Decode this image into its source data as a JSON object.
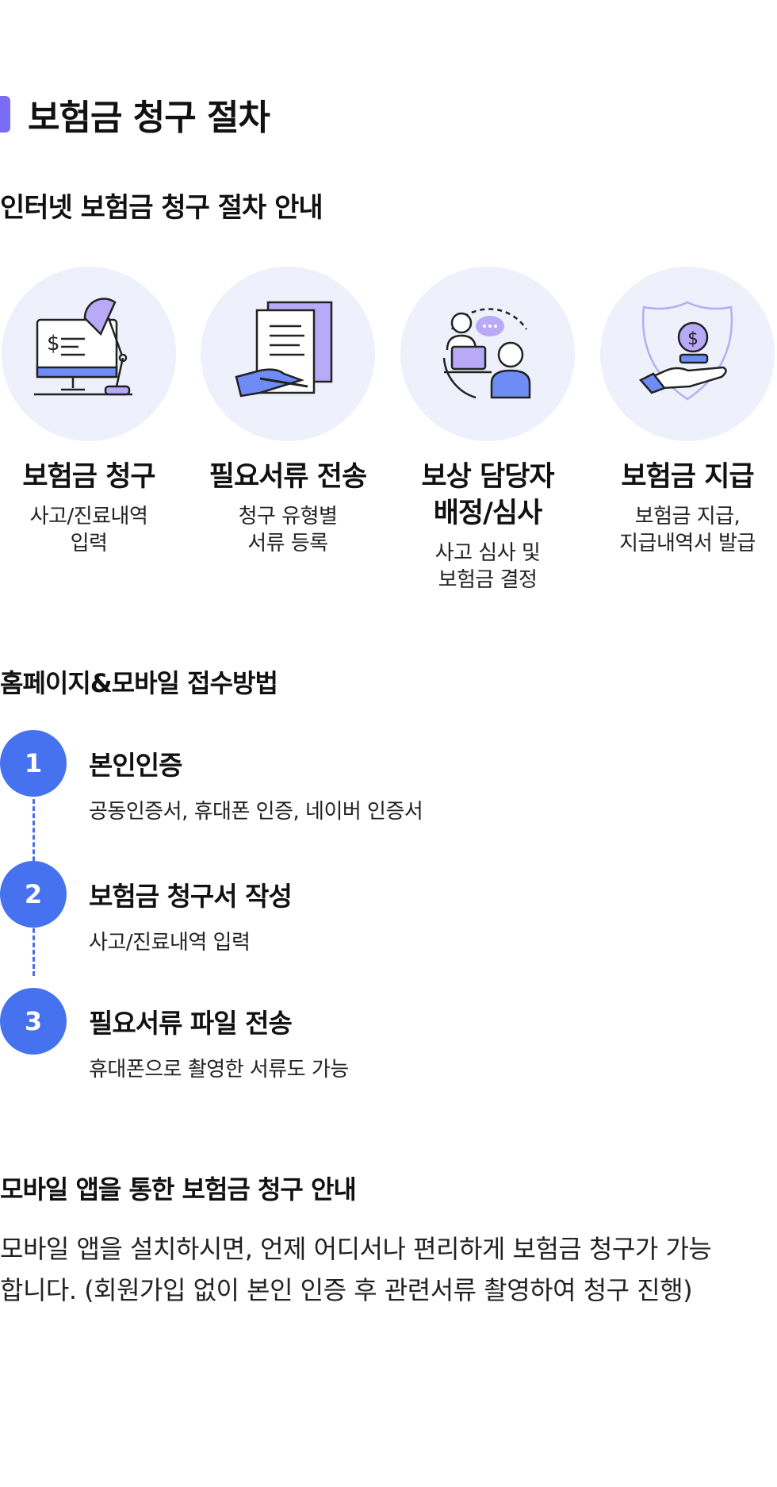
{
  "page": {
    "title": "보험금 청구 절차"
  },
  "internet_section": {
    "title": "인터넷 보험금 청구 절차 안내",
    "steps": [
      {
        "label": "보험금 청구",
        "desc_line1": "사고/진료내역",
        "desc_line2": "입력",
        "icon": "computer-lamp-icon"
      },
      {
        "label": "필요서류 전송",
        "desc_line1": "청구 유형별",
        "desc_line2": "서류 등록",
        "icon": "document-signing-icon"
      },
      {
        "label_line1": "보상 담당자",
        "label_line2": "배정/심사",
        "desc_line1": "사고 심사 및",
        "desc_line2": "보험금 결정",
        "icon": "consultation-icon"
      },
      {
        "label": "보험금 지급",
        "desc_line1": "보험금 지급,",
        "desc_line2": "지급내역서 발급",
        "icon": "shield-payment-icon"
      }
    ]
  },
  "homepage_section": {
    "title": "홈페이지&모바일 접수방법",
    "items": [
      {
        "num": "1",
        "label": "본인인증",
        "desc": "공동인증서, 휴대폰 인증, 네이버 인증서"
      },
      {
        "num": "2",
        "label": "보험금 청구서 작성",
        "desc": "사고/진료내역 입력"
      },
      {
        "num": "3",
        "label": "필요서류 파일 전송",
        "desc": "휴대폰으로 촬영한 서류도 가능"
      }
    ]
  },
  "mobile_section": {
    "title": "모바일 앱을 통한 보험금 청구 안내",
    "desc_line1": "모바일 앱을 설치하시면, 언제 어디서나 편리하게 보험금 청구가 가능",
    "desc_line2": "합니다. (회원가입 없이 본인 인증 후 관련서류 촬영하여 청구 진행)"
  },
  "colors": {
    "accent_purple": "#7b6cf6",
    "timeline_blue": "#4672f0",
    "circle_bg": "#eef1fb",
    "icon_lavender": "#b9aaf7",
    "icon_blue": "#6f8cf6"
  }
}
